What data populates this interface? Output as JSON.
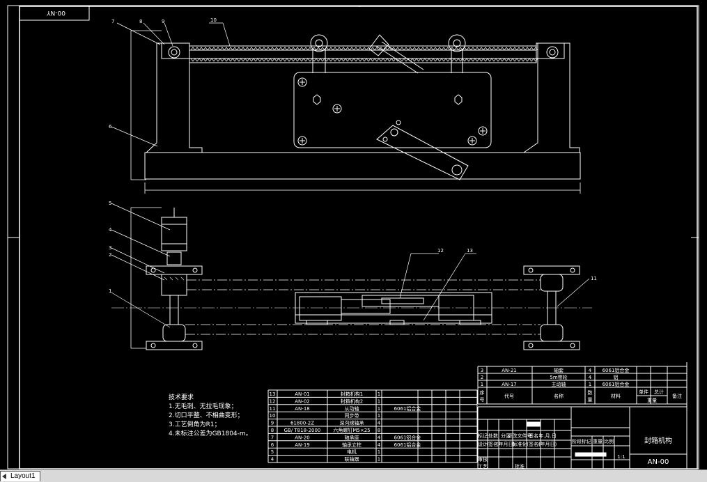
{
  "title_block": {
    "corner_code": "00-NY",
    "drawing_name": "封箱机构",
    "drawing_code": "AN-00",
    "scale": "1:1"
  },
  "balloons": [
    "7",
    "8",
    "9",
    "10",
    "6",
    "5",
    "4",
    "3",
    "2",
    "1",
    "12",
    "13",
    "11"
  ],
  "tech_requirements": {
    "heading": "技术要求",
    "items": [
      "1.无毛刺、无拉毛现象；",
      "2.切口平整、不相曲变形；",
      "3.工艺倒角为R1；",
      "4.未标注公差为GB1804-m。"
    ]
  },
  "bom_upper": [
    {
      "no": "3",
      "code": "AN-21",
      "name": "轴套",
      "qty": "4",
      "material": "6061铝合金"
    },
    {
      "no": "2",
      "code": "",
      "name": "5m带轮",
      "qty": "4",
      "material": "铝"
    },
    {
      "no": "1",
      "code": "AN-17",
      "name": "主动轴",
      "qty": "1",
      "material": "6061铝合金"
    }
  ],
  "bom_header": {
    "no": "序号",
    "code": "代号",
    "name": "名称",
    "qty": "数量",
    "material": "材料",
    "unit": "单件",
    "total": "总计",
    "weight": "重量",
    "remark": "备注"
  },
  "bom_lower": [
    {
      "no": "13",
      "code": "AN-01",
      "name": "封箱机构1",
      "qty": "1",
      "material": ""
    },
    {
      "no": "12",
      "code": "AN-02",
      "name": "封箱机构2",
      "qty": "1",
      "material": ""
    },
    {
      "no": "11",
      "code": "AN-18",
      "name": "从动轴",
      "qty": "1",
      "material": "6061铝合金"
    },
    {
      "no": "10",
      "code": "",
      "name": "同步带",
      "qty": "1",
      "material": ""
    },
    {
      "no": "9",
      "code": "61800-2Z",
      "name": "深沟球轴承",
      "qty": "4",
      "material": ""
    },
    {
      "no": "8",
      "code": "GB/ T818-2000",
      "name": "六角螺钉M5×25",
      "qty": "8",
      "material": ""
    },
    {
      "no": "7",
      "code": "AN-20",
      "name": "轴承座",
      "qty": "4",
      "material": "6061铝合金"
    },
    {
      "no": "6",
      "code": "AN-19",
      "name": "轴承立柱",
      "qty": "4",
      "material": "6061铝合金"
    },
    {
      "no": "5",
      "code": "",
      "name": "电机",
      "qty": "1",
      "material": ""
    },
    {
      "no": "4",
      "code": "",
      "name": "联轴器",
      "qty": "1",
      "material": ""
    }
  ],
  "sign_rows": {
    "row1": [
      "标记",
      "处数",
      "分区",
      "更改文件号",
      "签名",
      "年.月.日"
    ],
    "row2": [
      "设计",
      "(签名)",
      "(年月日)",
      "标准化",
      "(签名)",
      "(年月日)"
    ],
    "row3": [
      "审核"
    ],
    "row4": [
      "工艺",
      "批准"
    ],
    "stage": [
      "阶段标记",
      "重量",
      "比例"
    ]
  },
  "layout_tab": "Layout1"
}
